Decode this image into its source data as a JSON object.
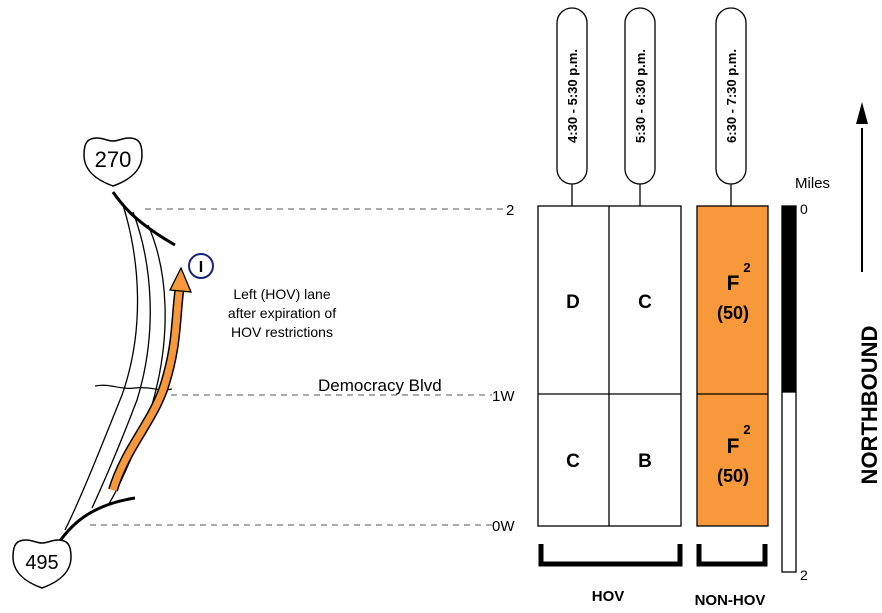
{
  "shields": {
    "top": "270",
    "bottom": "495"
  },
  "marker": {
    "letter": "I"
  },
  "annotation": {
    "line1": "Left (HOV) lane",
    "line2": "after expiration of",
    "line3": "HOV restrictions"
  },
  "landmark": "Democracy Blvd",
  "mileposts": {
    "top": "2",
    "middle": "1W",
    "bottom": "0W"
  },
  "time_periods": [
    "4:30 - 5:30 p.m.",
    "5:30 - 6:30 p.m.",
    "6:30 - 7:30 p.m."
  ],
  "grid": {
    "top_row": [
      {
        "los": "D",
        "sup": "",
        "speed": ""
      },
      {
        "los": "C",
        "sup": "",
        "speed": ""
      },
      {
        "los": "F",
        "sup": "2",
        "speed": "(50)"
      }
    ],
    "bottom_row": [
      {
        "los": "C",
        "sup": "",
        "speed": ""
      },
      {
        "los": "B",
        "sup": "",
        "speed": ""
      },
      {
        "los": "F",
        "sup": "2",
        "speed": "(50)"
      }
    ]
  },
  "groups": {
    "hov": "HOV",
    "non_hov": "NON-HOV"
  },
  "scale": {
    "title": "Miles",
    "top": "0",
    "bottom": "2"
  },
  "direction": "NORTHBOUND",
  "colors": {
    "congested": "#F7993A",
    "arrow": "#F7993A",
    "marker_ring": "#1a237e"
  }
}
